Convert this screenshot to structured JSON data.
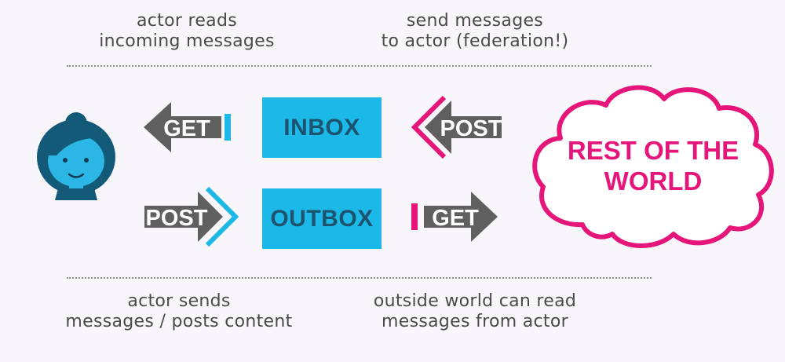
{
  "captions": {
    "top_left": [
      "actor reads",
      "incoming messages"
    ],
    "top_right": [
      "send messages",
      "to actor (federation!)"
    ],
    "bottom_left": [
      "actor sends",
      "messages / posts content"
    ],
    "bottom_right": [
      "outside world can read",
      "messages from actor"
    ]
  },
  "boxes": {
    "inbox": "INBOX",
    "outbox": "OUTBOX"
  },
  "arrows": {
    "actor_get": "GET",
    "actor_post": "POST",
    "world_post": "POST",
    "world_get": "GET"
  },
  "cloud": {
    "lines": [
      "REST OF THE",
      "WORLD"
    ]
  },
  "colors": {
    "background": "#f8f5fb",
    "box_fill": "#1bb8e8",
    "box_text": "#1c5470",
    "arrow_fill": "#5f5f5f",
    "actor_accent": "#1bb8e8",
    "world_accent": "#e6157a",
    "caption_text": "#4a4a4a",
    "avatar_dark": "#125a78",
    "avatar_face": "#2bb6e6"
  },
  "icons": {
    "actor": "person-avatar-icon",
    "world": "cloud-icon"
  }
}
